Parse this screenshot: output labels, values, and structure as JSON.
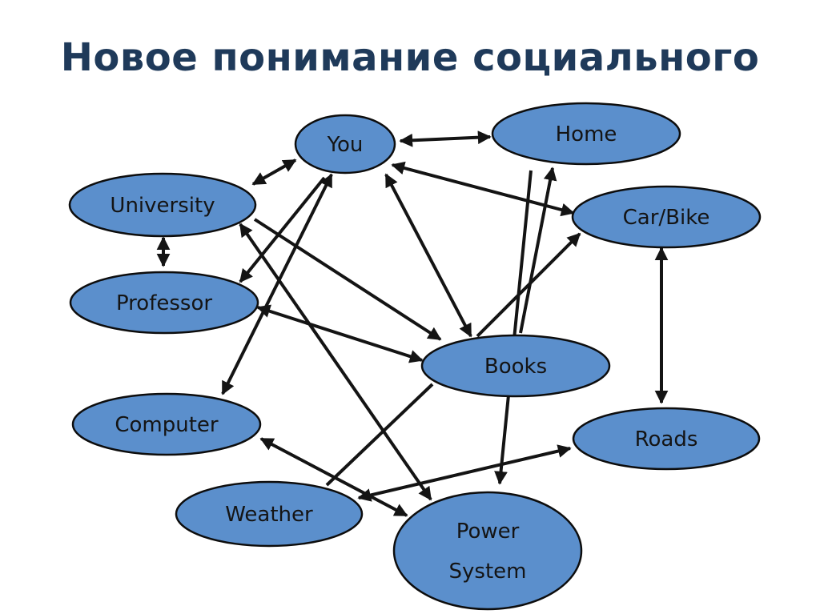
{
  "title": "Новое понимание социального",
  "nodes": [
    {
      "id": "you",
      "lines": [
        "You"
      ]
    },
    {
      "id": "home",
      "lines": [
        "Home"
      ]
    },
    {
      "id": "university",
      "lines": [
        "University"
      ]
    },
    {
      "id": "car-bike",
      "lines": [
        "Car/Bike"
      ]
    },
    {
      "id": "professor",
      "lines": [
        "Professor"
      ]
    },
    {
      "id": "books",
      "lines": [
        "Books"
      ]
    },
    {
      "id": "computer",
      "lines": [
        "Computer"
      ]
    },
    {
      "id": "roads",
      "lines": [
        "Roads"
      ]
    },
    {
      "id": "weather",
      "lines": [
        "Weather"
      ]
    },
    {
      "id": "power-system",
      "lines": [
        "Power",
        "System"
      ]
    }
  ],
  "edges": [
    {
      "from": "you",
      "to": "home",
      "arrows": "both"
    },
    {
      "from": "you",
      "to": "university",
      "arrows": "both"
    },
    {
      "from": "you",
      "to": "car-bike",
      "arrows": "both"
    },
    {
      "from": "you",
      "to": "books",
      "arrows": "both"
    },
    {
      "from": "you",
      "to": "professor",
      "arrows": "end"
    },
    {
      "from": "you",
      "to": "computer",
      "arrows": "both"
    },
    {
      "from": "university",
      "to": "professor",
      "arrows": "both"
    },
    {
      "from": "university",
      "to": "books",
      "arrows": "end"
    },
    {
      "from": "university",
      "to": "power-system",
      "arrows": "both"
    },
    {
      "from": "professor",
      "to": "books",
      "arrows": "both"
    },
    {
      "from": "books",
      "to": "car-bike",
      "arrows": "end"
    },
    {
      "from": "books",
      "to": "home",
      "arrows": "end"
    },
    {
      "from": "books",
      "to": "weather",
      "arrows": "none"
    },
    {
      "from": "car-bike",
      "to": "roads",
      "arrows": "both"
    },
    {
      "from": "home",
      "to": "power-system",
      "arrows": "end"
    },
    {
      "from": "computer",
      "to": "power-system",
      "arrows": "both"
    },
    {
      "from": "roads",
      "to": "weather",
      "arrows": "both"
    }
  ]
}
